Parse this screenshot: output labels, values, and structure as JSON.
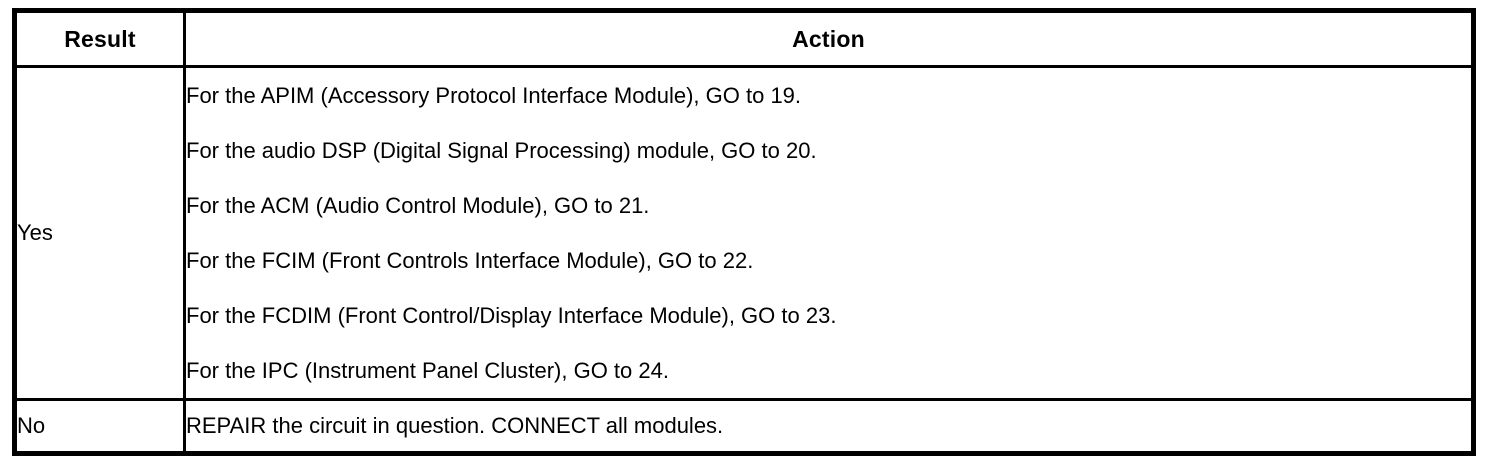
{
  "table": {
    "columns": [
      {
        "key": "result",
        "header": "Result",
        "align": "center"
      },
      {
        "key": "action",
        "header": "Action",
        "align": "center"
      }
    ],
    "rows": [
      {
        "result": "Yes",
        "action_lines": [
          "For the APIM (Accessory Protocol Interface Module), GO to 19.",
          "For the audio DSP (Digital Signal Processing) module, GO to 20.",
          "For the ACM (Audio Control Module), GO to 21.",
          "For the FCIM (Front Controls Interface Module), GO to 22.",
          "For the FCDIM (Front Control/Display Interface Module), GO to 23.",
          "For the IPC (Instrument Panel Cluster), GO to 24."
        ]
      },
      {
        "result": "No",
        "action_lines": [
          "REPAIR the circuit in question. CONNECT all modules."
        ]
      }
    ]
  },
  "colors": {
    "border": "#000000",
    "text": "#000000",
    "background": "#ffffff"
  }
}
